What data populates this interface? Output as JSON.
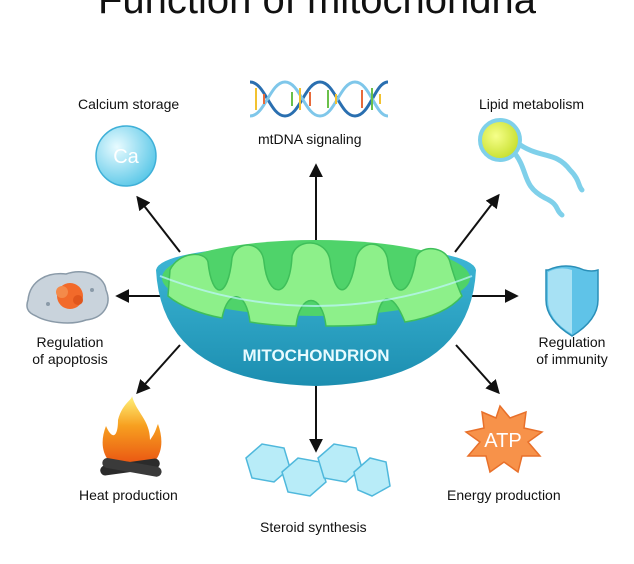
{
  "title": "Function of mitochondria",
  "center_label": "MITOCHONDRION",
  "calcium_symbol": "Ca",
  "atp_symbol": "ATP",
  "functions": {
    "calcium": "Calcium storage",
    "mtdna": "mtDNA signaling",
    "lipid": "Lipid metabolism",
    "apoptosis": [
      "Regulation",
      "of apoptosis"
    ],
    "immunity": [
      "Regulation",
      "of immunity"
    ],
    "heat": "Heat production",
    "steroid": "Steroid synthesis",
    "energy": "Energy production"
  },
  "colors": {
    "membrane_outer": "#2aa7c8",
    "membrane_inner": "#5cd66e",
    "cristae": "#8df08a",
    "calcium": "#7fd8f0",
    "atp": "#f7924a",
    "shield": "#5fc3e8",
    "arrow": "#111111"
  },
  "icons": [
    "calcium-ball-icon",
    "dna-helix-icon",
    "phospholipid-icon",
    "apoptotic-cell-icon",
    "shield-icon",
    "fire-icon",
    "steroid-rings-icon",
    "atp-star-icon"
  ]
}
